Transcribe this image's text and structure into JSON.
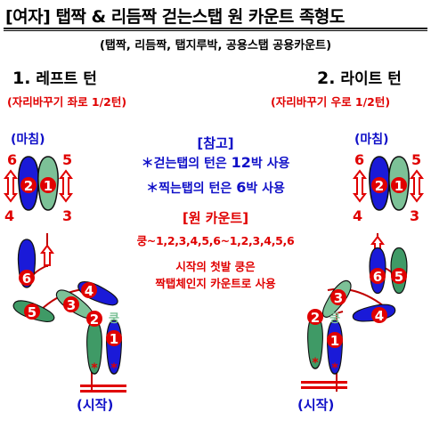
{
  "title": "[여자] 탭짝 & 리듬짝 걷는스탭 원 카운트 족형도",
  "subtitle": "(탭짝, 리듬짝, 탭지루박, 공용스탭 공용카운트)",
  "left_section": {
    "number": "1.",
    "heading": "레프트 턴",
    "note": "(자리바꾸기 좌로 1/2턴)",
    "rest_label": "(마침)",
    "start_label": "(시작)"
  },
  "right_section": {
    "number": "2.",
    "heading": "라이트 턴",
    "note": "(자리바꾸기 우로 1/2턴)",
    "rest_label": "(마침)",
    "start_label": "(시작)"
  },
  "reference": {
    "heading": "[참고]",
    "line1_prefix": "＊걷는탭의 턴은 ",
    "line1_num": "12",
    "line1_suffix": "박 사용",
    "line2_prefix": "＊찍는탭의 턴은 ",
    "line2_num": "6",
    "line2_suffix": "박 사용"
  },
  "one_count": {
    "heading": "[원 카운트]",
    "sequence": "쿵~1,2,3,4,5,6~1,2,3,4,5,6",
    "note_line1": "시작의 첫발 쿵은",
    "note_line2": "짝탭체인지 카운트로 사용"
  },
  "footprint_labels": {
    "kung": "쿵",
    "steps": [
      "1",
      "2",
      "3",
      "4",
      "5",
      "6"
    ],
    "side_counts": [
      "6",
      "5",
      "4",
      "3",
      "2",
      "1"
    ]
  },
  "colors": {
    "blue_foot": "#1a1ad8",
    "green_foot": "#3f9a66",
    "light_green_foot": "#7cc197",
    "red_number": "#e00000",
    "path_line": "#c00000"
  }
}
